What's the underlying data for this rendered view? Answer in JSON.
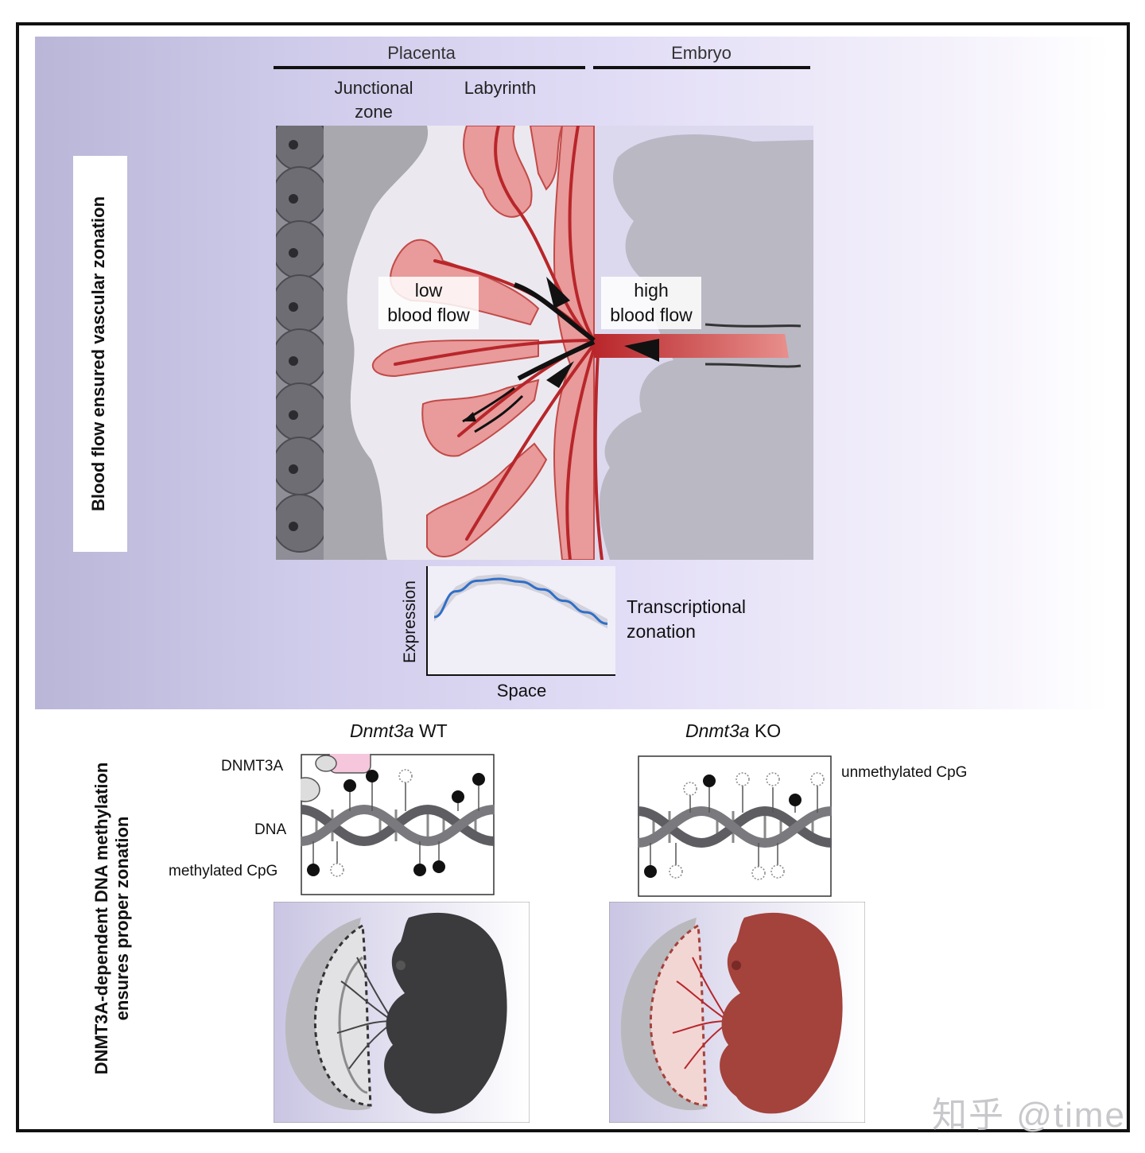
{
  "top": {
    "side_title": "Blood flow ensured vascular zonation",
    "placenta_label": "Placenta",
    "embryo_label": "Embryo",
    "junctional_line1": "Junctional",
    "junctional_line2": "zone",
    "labyrinth_label": "Labyrinth",
    "low_line1": "low",
    "low_line2": "blood flow",
    "high_line1": "high",
    "high_line2": "blood flow",
    "plot": {
      "y_label": "Expression",
      "x_label": "Space",
      "side_line1": "Transcriptional",
      "side_line2": "zonation"
    }
  },
  "bottom": {
    "side_title_line1": "DNMT3A-dependent DNA methylation",
    "side_title_line2": "ensures proper zonation",
    "wt": {
      "gene": "Dnmt3a",
      "state": "WT"
    },
    "ko": {
      "gene": "Dnmt3a",
      "state": "KO"
    },
    "dnmt3a_label": "DNMT3A",
    "dna_label": "DNA",
    "methylated_label": "methylated CpG",
    "unmethylated_label": "unmethylated CpG"
  },
  "watermark": "知乎 @time",
  "colors": {
    "vessel": "#b8262a",
    "vessel_fill": "#e99a9a",
    "curve": "#2f6fc8",
    "embryo_wt": "#3b3b3d",
    "embryo_ko": "#a4423c"
  },
  "chart_data": {
    "type": "line",
    "title": "",
    "xlabel": "Space",
    "ylabel": "Expression",
    "series": [
      {
        "values": [
          0.55,
          0.82,
          0.93,
          0.95,
          0.92,
          0.84,
          0.72,
          0.6,
          0.48
        ]
      }
    ]
  }
}
